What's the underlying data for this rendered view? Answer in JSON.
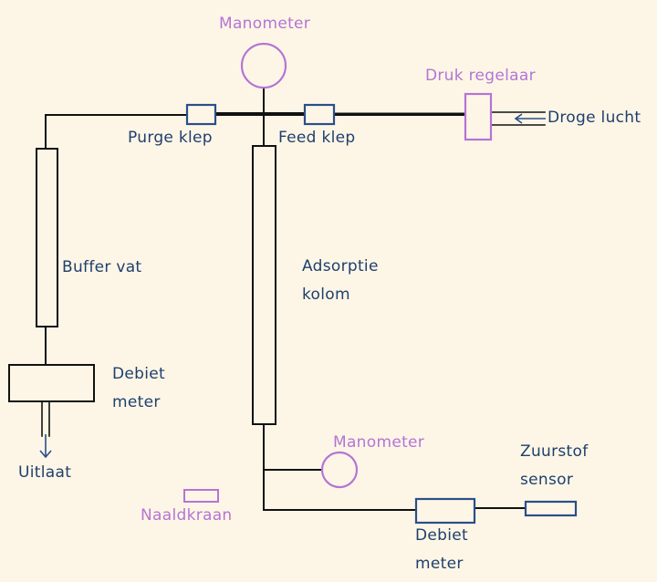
{
  "diagram": {
    "labels": {
      "manometer_top": "Manometer",
      "druk_regelaar": "Druk regelaar",
      "droge_lucht": "Droge lucht",
      "purge_klep": "Purge klep",
      "feed_klep": "Feed klep",
      "buffer_vat": "Buffer vat",
      "adsorptie_kolom": "Adsorptie\nkolom",
      "debiet_meter_left": "Debiet\nmeter",
      "uitlaat": "Uitlaat",
      "manometer_bottom": "Manometer",
      "zuurstof_sensor": "Zuurstof\nsensor",
      "naaldkraan": "Naaldkraan",
      "debiet_meter_bottom": "Debiet\nmeter"
    },
    "colors": {
      "background": "#fdf6e6",
      "line": "#111111",
      "component_blue": "#2a4f8a",
      "text_blue": "#1f3f6e",
      "component_violet": "#b574d6"
    }
  }
}
